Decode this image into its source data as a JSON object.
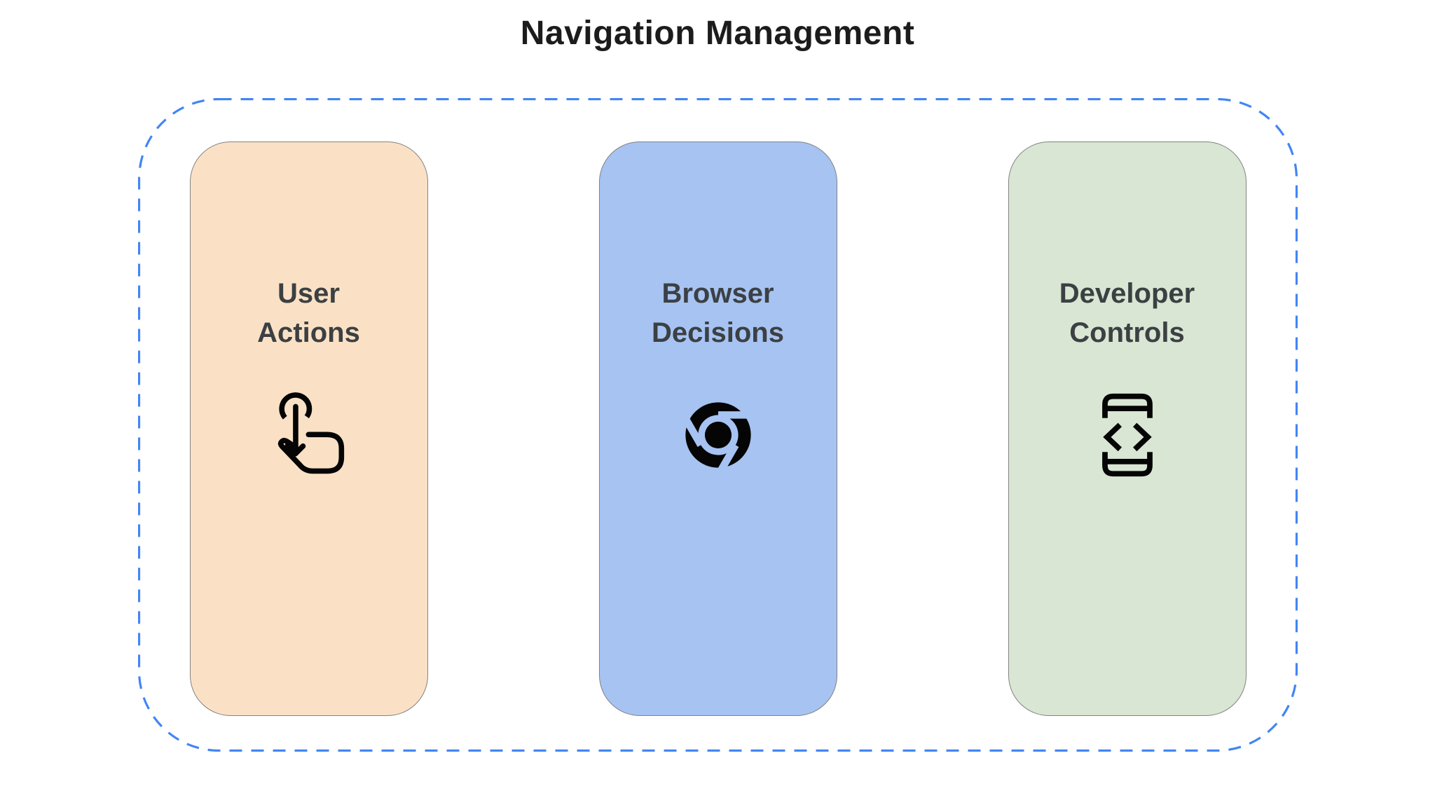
{
  "title": "Navigation Management",
  "colors": {
    "background": "#FFFFFF",
    "frame_dash": "#4285F4",
    "card_outline": "#828282",
    "title_text": "#1C1C1C",
    "label_text": "#3C4043",
    "icon_color": "#050505"
  },
  "frame": {
    "border_style": "dashed-rounded"
  },
  "cards": [
    {
      "id": "user-actions",
      "label": "User Actions",
      "bg": "#FAE1C6",
      "icon": "touch-gesture-icon"
    },
    {
      "id": "browser-decisions",
      "label": "Browser Decisions",
      "bg": "#A6C3F2",
      "icon": "chrome-browser-icon"
    },
    {
      "id": "developer-controls",
      "label": "Developer Controls",
      "bg": "#D8E6D3",
      "icon": "developer-mode-icon"
    }
  ]
}
